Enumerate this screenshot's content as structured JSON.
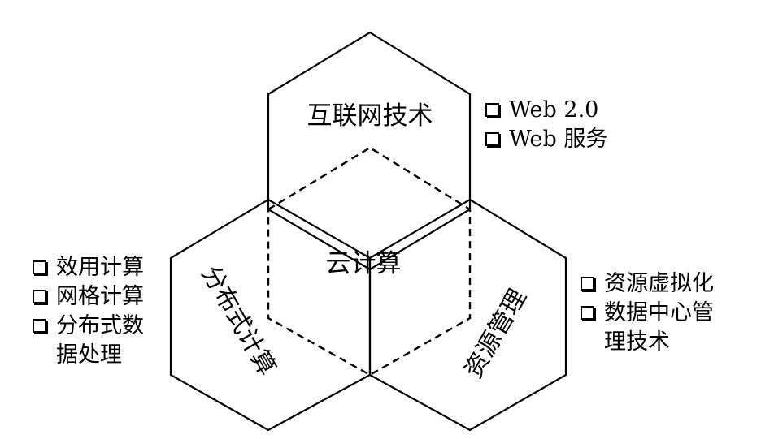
{
  "diagram": {
    "center_label": "云计算",
    "top_hex": {
      "label": "互联网技术"
    },
    "left_hex": {
      "label": "分布式计算"
    },
    "right_hex": {
      "label": "资源管理"
    }
  },
  "lists": {
    "internet": [
      {
        "lines": [
          "Web 2.0"
        ]
      },
      {
        "lines": [
          "Web 服务"
        ]
      }
    ],
    "distributed": [
      {
        "lines": [
          "效用计算"
        ]
      },
      {
        "lines": [
          "网格计算"
        ]
      },
      {
        "lines": [
          "分布式数",
          "据处理"
        ]
      }
    ],
    "resource": [
      {
        "lines": [
          "资源虚拟化"
        ]
      },
      {
        "lines": [
          "数据中心管",
          "理技术"
        ]
      }
    ]
  }
}
